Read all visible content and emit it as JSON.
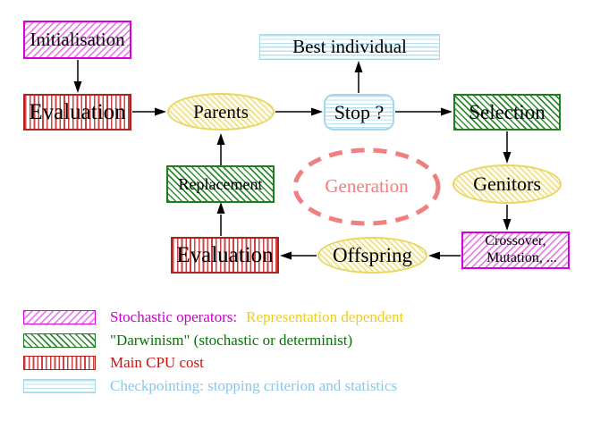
{
  "nodes": {
    "initialisation": "Initialisation",
    "evaluation_top": "Evaluation",
    "parents": "Parents",
    "best_individual": "Best individual",
    "stop": "Stop ?",
    "selection": "Selection",
    "genitors": "Genitors",
    "crossover_line1": "Crossover,",
    "crossover_line2": "Mutation, ...",
    "offspring": "Offspring",
    "evaluation_bottom": "Evaluation",
    "replacement": "Replacement",
    "generation": "Generation"
  },
  "legend": {
    "items": [
      {
        "swatch": "magenta-diagonal-hatch",
        "label": "Stochastic operators:",
        "label2": "Representation dependent"
      },
      {
        "swatch": "green-diagonal-hatch",
        "label": "\"Darwinism\" (stochastic or determinist)"
      },
      {
        "swatch": "red-vertical-stripes",
        "label": "Main CPU cost"
      },
      {
        "swatch": "cyan-horizontal-stripes",
        "label": "Checkpointing: stopping criterion and statistics"
      }
    ]
  },
  "colors": {
    "magenta_border": "#d800d8",
    "magenta_hatch": "#ea80ea",
    "magenta_text": "#cc00cc",
    "red_border": "#b32020",
    "red_stripe": "#cd4343",
    "red_text": "#cc1111",
    "green_border": "#1e7d1e",
    "green_hatch": "#2f8b2f",
    "green_text": "#067306",
    "cyan_border": "#a5d6ea",
    "cyan_stripe": "#b8e0f0",
    "cyan_text": "#8cc6e8",
    "yellow_border": "#e9d763",
    "yellow_hatch": "#f0e093",
    "yellow_text": "#eecd1e",
    "salmon": "#f08080",
    "arrow": "#000000",
    "node_text": "#000000"
  }
}
